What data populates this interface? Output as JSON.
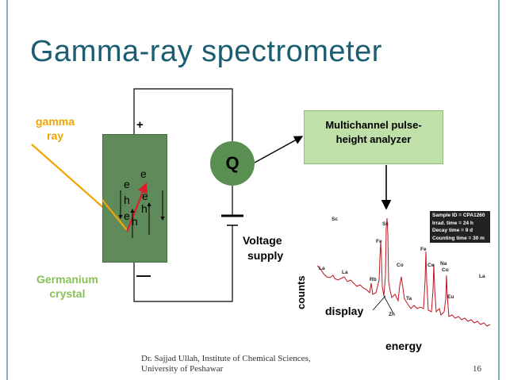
{
  "slide": {
    "title": "Gamma-ray spectrometer",
    "footer_line1": "Dr. Sajjad Ullah, Institute of Chemical Sciences,",
    "footer_line2": "University of Peshawar",
    "page_number": "16"
  },
  "diagram": {
    "gamma_label_1": "gamma",
    "gamma_label_2": "ray",
    "plus_sign": "+",
    "minus_sign": "—",
    "crystal_label_1": "Germanium",
    "crystal_label_2": "crystal",
    "carriers": [
      "e",
      "e",
      "h",
      "e",
      "h",
      "e",
      "h"
    ],
    "q_label": "Q",
    "voltage_label_1": "Voltage",
    "voltage_label_2": "supply",
    "analyzer_line_1": "Multichannel pulse-",
    "analyzer_line_2": "height analyzer",
    "display_label": "display",
    "counts_label": "counts",
    "energy_label": "energy"
  },
  "spectrum": {
    "info_lines": [
      "Sample ID = CPA1260",
      "Irrad. time  = 24 h",
      "Decay time  = 9 d",
      "Counting time = 30 m"
    ],
    "peak_labels": [
      "Sc",
      "Sc",
      "Fe",
      "La",
      "La",
      "Rb",
      "Co",
      "Fe",
      "Ce",
      "Na",
      "Co",
      "Ta",
      "Eu",
      "La",
      "Zn"
    ]
  },
  "colors": {
    "title": "#1b5e72",
    "gamma": "#f0a500",
    "crystal": "#5f8a59",
    "analyzer_box": "#bfe1a9",
    "carrier_track": "#d8202a",
    "label_green": "#8ac058"
  }
}
